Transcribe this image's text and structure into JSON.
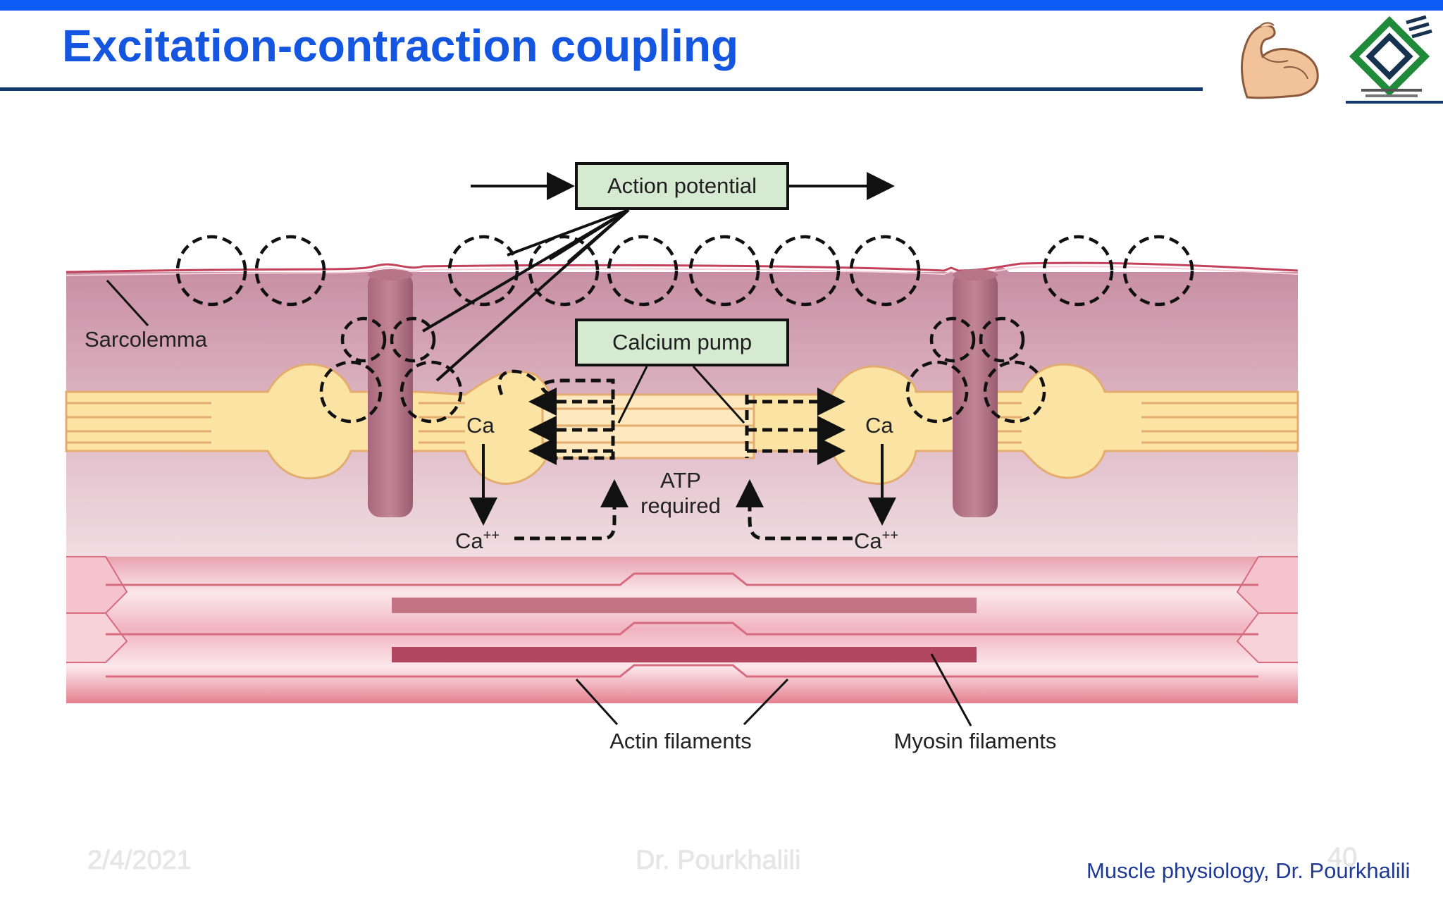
{
  "slide": {
    "title": "Excitation-contraction coupling",
    "footer_date": "2/4/2021",
    "footer_author": "Dr. Pourkhalili",
    "footer_page": "40",
    "footer_course": "Muscle physiology, Dr. Pourkhalili"
  },
  "logos": {
    "arm_logo_icon": "flexed-arm-icon",
    "university_logo_icon": "university-emblem-icon"
  },
  "diagram": {
    "action_potential": "Action potential",
    "calcium_pump": "Calcium pump",
    "sarcolemma": "Sarcolemma",
    "ca_left": "Ca",
    "ca_right": "Ca",
    "ca_ion": "Ca",
    "ca_charge": "++",
    "atp_line1": "ATP",
    "atp_line2": "required",
    "actin_filaments": "Actin filaments",
    "myosin_filaments": "Myosin filaments"
  },
  "colors": {
    "brand_blue": "#0a5cf5",
    "title_blue": "#1456e0",
    "rule_navy": "#123a6e",
    "cell_mauve": "#cf9fb0",
    "reticulum_yellow": "#fbe3a4",
    "t_tubule": "#a8677c",
    "myofibril_pink": "#ec9aa8"
  }
}
